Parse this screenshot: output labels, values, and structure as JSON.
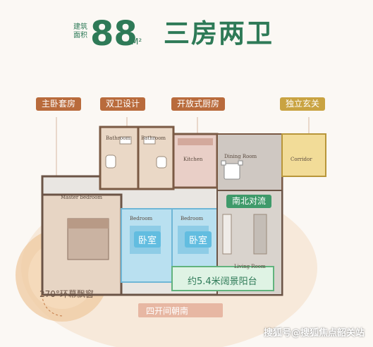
{
  "header": {
    "area_label": "建筑面积",
    "area_value": "88",
    "area_unit": "M²",
    "layout_title": "三房两卫"
  },
  "tags": {
    "master_suite": "主卧套房",
    "double_bath": "双卫设计",
    "open_kitchen": "开放式厨房",
    "foyer": "独立玄关",
    "ns_flow": "南北对流",
    "balcony": "约5.4米阔景阳台",
    "bay_window": "270°环幕飘窗",
    "south_facing": "四开间朝南",
    "bedroom_a": "卧室",
    "bedroom_b": "卧室"
  },
  "rooms": {
    "bath1": "Bathroom",
    "bath2": "Bathroom",
    "kitchen": "Kitchen",
    "dining": "Dining Room",
    "corridor": "Corridor",
    "master": "Master bedroom",
    "bedroom1": "Bedroom",
    "bedroom2": "Bedroom",
    "living": "Living Room"
  },
  "watermark": "搜狐号@搜狐焦点韶关站",
  "colors": {
    "brand_green": "#2e7a57",
    "tag_brown": "#b96b3c",
    "tag_gold": "#c9a341",
    "tag_green": "#3f9a6a",
    "bedroom_highlight": "#7cc9e6"
  }
}
